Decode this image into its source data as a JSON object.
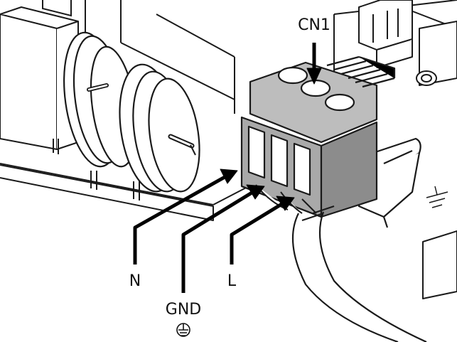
{
  "labels": {
    "connector": "CN1",
    "neutral": "N",
    "ground": "GND",
    "line": "L"
  },
  "icons": {
    "ground_symbol": "protective-earth-icon"
  },
  "colors": {
    "line_art": "#1a1a1a",
    "terminal_block": "#a9a9a9",
    "terminal_top": "#bdbdbd",
    "terminal_dark": "#8c8c8c",
    "background": "#ffffff"
  }
}
